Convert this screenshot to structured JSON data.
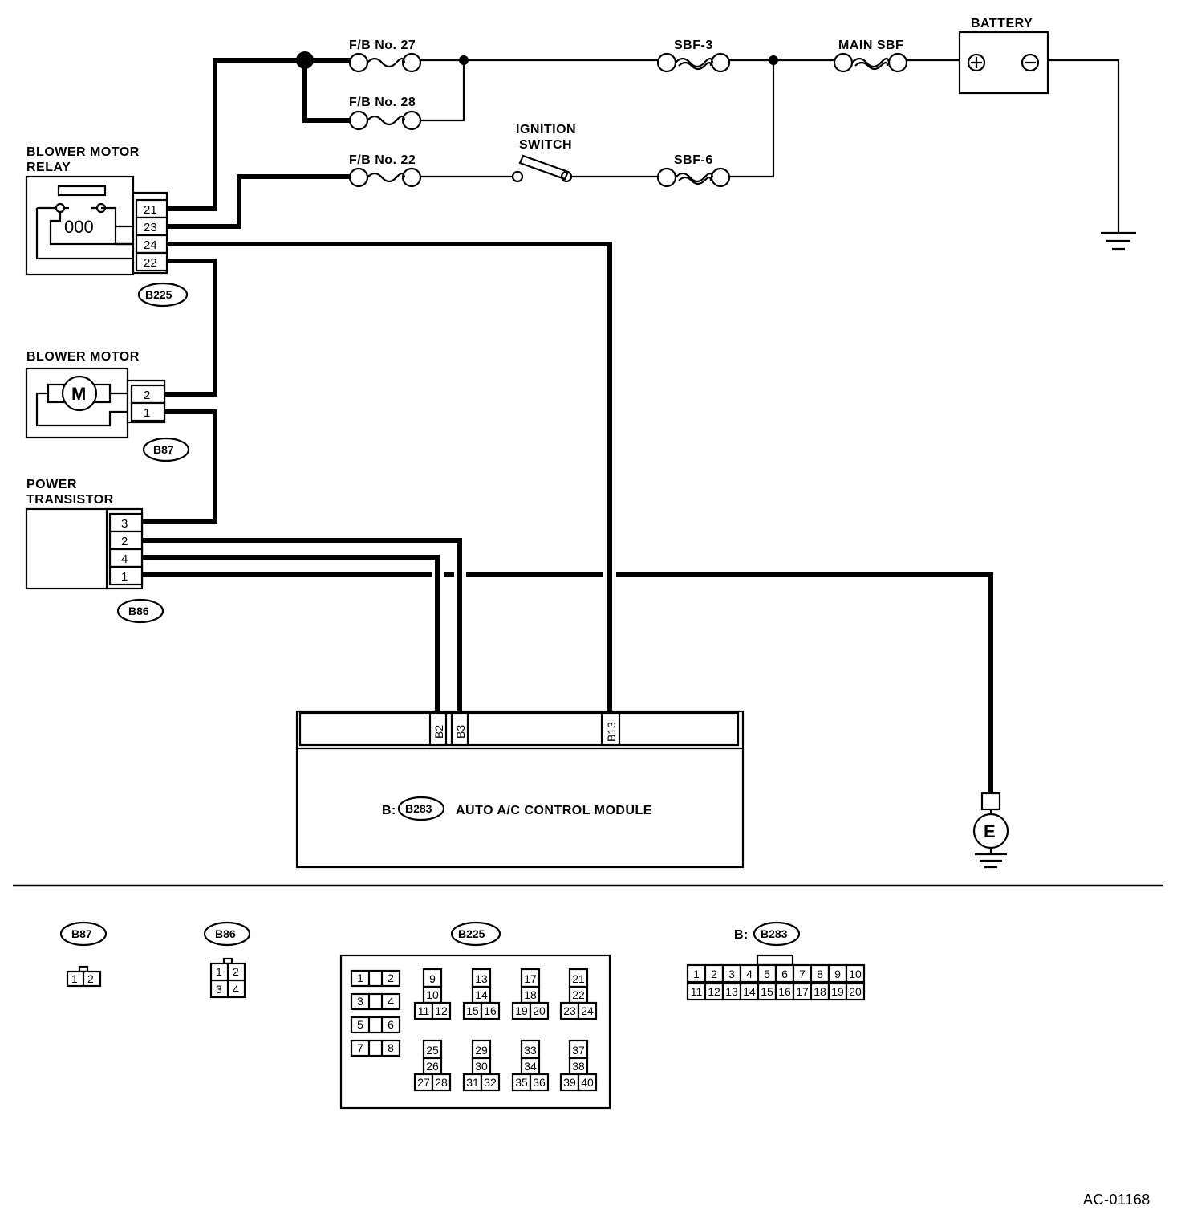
{
  "labels": {
    "battery": "BATTERY",
    "main_sbf": "MAIN SBF",
    "sbf3": "SBF-3",
    "sbf6": "SBF-6",
    "fb27": "F/B No. 27",
    "fb28": "F/B No. 28",
    "fb22": "F/B No. 22",
    "ignition_1": "IGNITION",
    "ignition_2": "SWITCH",
    "relay_1": "BLOWER MOTOR",
    "relay_2": "RELAY",
    "blower_motor": "BLOWER MOTOR",
    "power_1": "POWER",
    "power_2": "TRANSISTOR",
    "module_prefix": "B:",
    "module_name": "AUTO A/C CONTROL MODULE",
    "plus": "+",
    "minus": "−",
    "motor": "M",
    "ground_e": "E",
    "coil": "000",
    "figure_id": "AC-01168"
  },
  "connectors": {
    "b225": "B225",
    "b87": "B87",
    "b86": "B86",
    "b283": "B283"
  },
  "relay_pins": [
    "21",
    "23",
    "24",
    "22"
  ],
  "motor_pins": [
    "2",
    "1"
  ],
  "transistor_pins": [
    "3",
    "2",
    "4",
    "1"
  ],
  "module_pins": [
    "B2",
    "B3",
    "B13"
  ],
  "legend": {
    "b87_pins": [
      "1",
      "2"
    ],
    "b86_pins": [
      "1",
      "2",
      "3",
      "4"
    ],
    "b225_left": [
      [
        "1",
        "2"
      ],
      [
        "3",
        "4"
      ],
      [
        "5",
        "6"
      ],
      [
        "7",
        "8"
      ]
    ],
    "b225_groups_top": [
      [
        "9",
        "10",
        "11",
        "12"
      ],
      [
        "13",
        "14",
        "15",
        "16"
      ],
      [
        "17",
        "18",
        "19",
        "20"
      ],
      [
        "21",
        "22",
        "23",
        "24"
      ]
    ],
    "b225_groups_bottom": [
      [
        "25",
        "26",
        "27",
        "28"
      ],
      [
        "29",
        "30",
        "31",
        "32"
      ],
      [
        "33",
        "34",
        "35",
        "36"
      ],
      [
        "37",
        "38",
        "39",
        "40"
      ]
    ],
    "b283_row1": [
      "1",
      "2",
      "3",
      "4",
      "5",
      "6",
      "7",
      "8",
      "9",
      "10"
    ],
    "b283_row2": [
      "11",
      "12",
      "13",
      "14",
      "15",
      "16",
      "17",
      "18",
      "19",
      "20"
    ]
  }
}
